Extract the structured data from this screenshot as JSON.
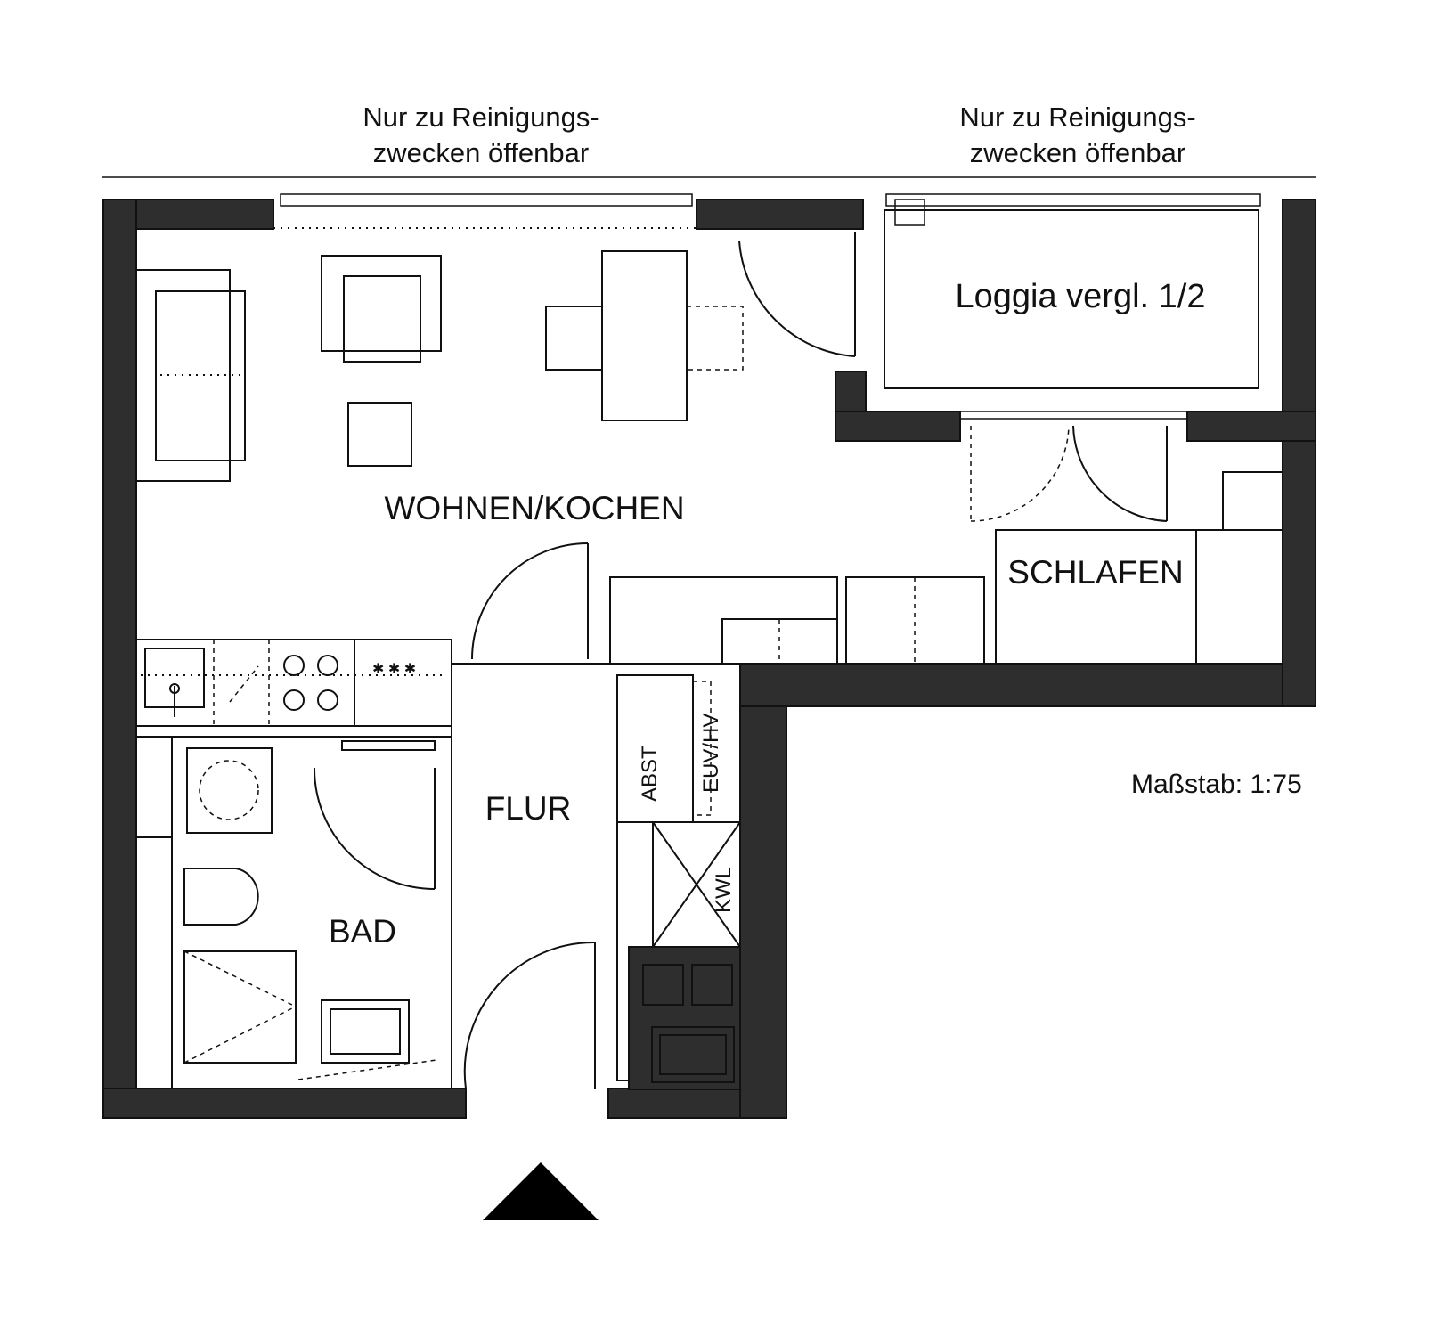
{
  "notes": {
    "left": [
      "Nur zu Reinigungs-",
      "zwecken öffenbar"
    ],
    "right": [
      "Nur zu Reinigungs-",
      "zwecken öffenbar"
    ]
  },
  "rooms": {
    "loggia": "Loggia vergl. 1/2",
    "wohnen_kochen": "WOHNEN/KOCHEN",
    "schlafen": "SCHLAFEN",
    "flur": "FLUR",
    "bad": "BAD"
  },
  "shafts": {
    "abst": "ABST",
    "euv_hv": "EUV/HV",
    "kwl": "KWL"
  },
  "scale": "Maßstab:  1:75",
  "colors": {
    "wall": "#2e2e2e",
    "line": "#111111",
    "background": "#ffffff"
  },
  "icons": [
    "entrance-arrow-icon",
    "sofa-icon",
    "armchair-icon",
    "table-icon",
    "stove-icon",
    "sink-icon",
    "toilet-icon",
    "washing-machine-icon",
    "shower-icon",
    "door-swing-icon"
  ]
}
